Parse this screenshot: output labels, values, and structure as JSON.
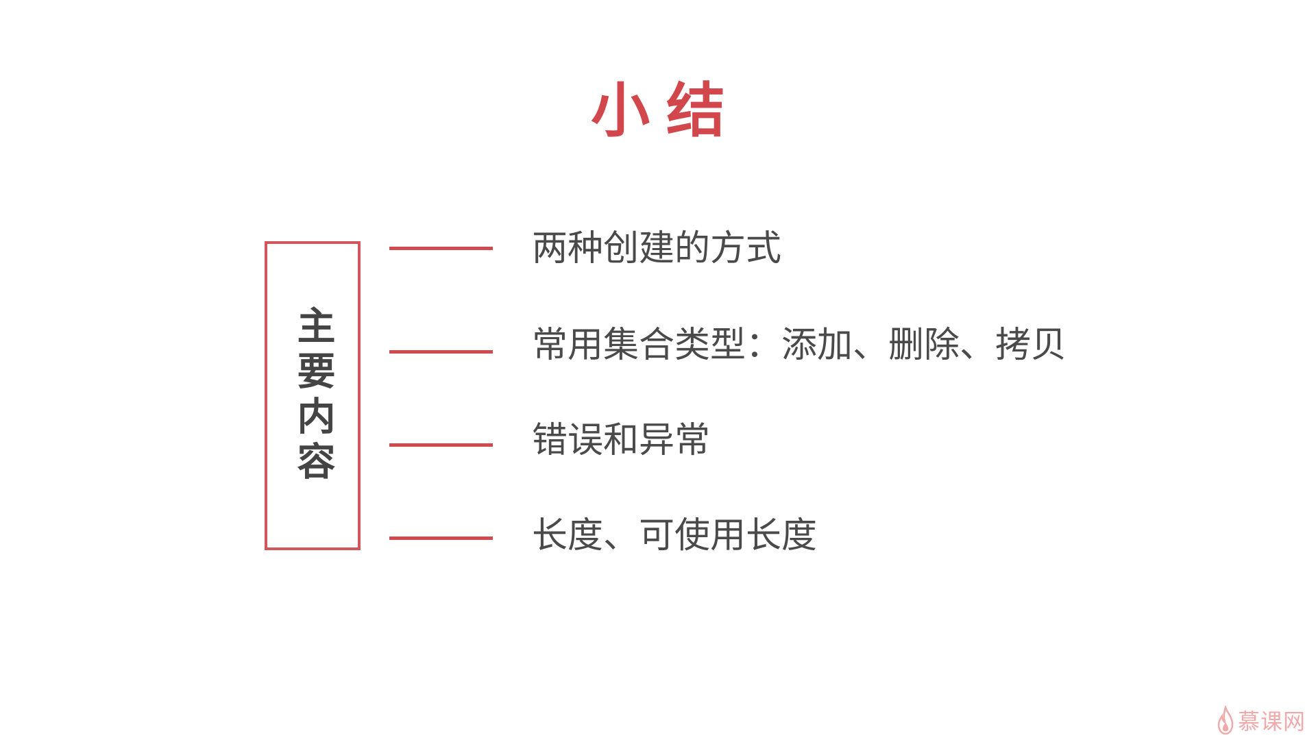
{
  "slide": {
    "title": "小结",
    "sidebar_label": "主要内容",
    "items": [
      {
        "label": "两种创建的方式"
      },
      {
        "label": "常用集合类型：添加、删除、拷贝"
      },
      {
        "label": "错误和异常"
      },
      {
        "label": "长度、可使用长度"
      }
    ]
  },
  "watermark": {
    "icon": "flame-icon",
    "text": "慕课网"
  },
  "colors": {
    "accent": "#d2474c",
    "box_border": "#d0585c",
    "text": "#4a4a4a",
    "watermark": "#f1aaaa"
  }
}
